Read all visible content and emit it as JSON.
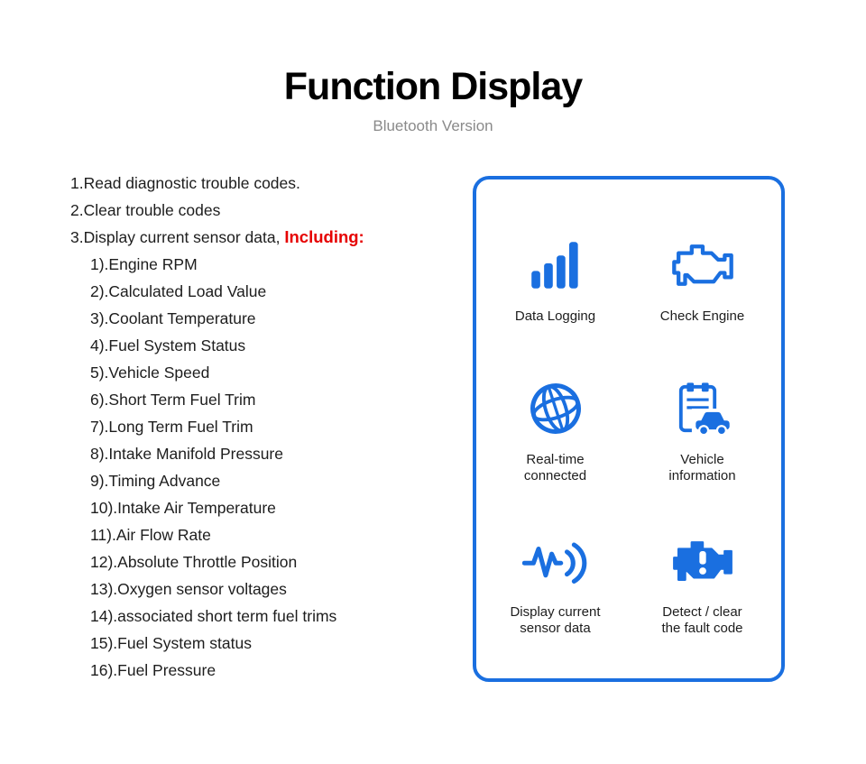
{
  "colors": {
    "accent": "#1a6fe0",
    "highlight": "#e60000"
  },
  "header": {
    "title": "Function Display",
    "subtitle": "Bluetooth Version"
  },
  "function_list": {
    "items": [
      {
        "text": "1.Read diagnostic trouble codes."
      },
      {
        "text": "2.Clear trouble codes"
      },
      {
        "text": "3.Display current sensor data, ",
        "highlight": "Including:"
      }
    ],
    "sub_items": [
      "1).Engine RPM",
      "2).Calculated Load Value",
      "3).Coolant Temperature",
      "4).Fuel System Status",
      "5).Vehicle Speed",
      "6).Short Term Fuel Trim",
      "7).Long Term Fuel Trim",
      "8).Intake Manifold Pressure",
      "9).Timing Advance",
      "10).Intake Air Temperature",
      "11).Air Flow Rate",
      "12).Absolute Throttle Position",
      "13).Oxygen sensor voltages",
      "14).associated short term fuel trims",
      "15).Fuel System status",
      "16).Fuel Pressure"
    ]
  },
  "panel": {
    "features": [
      {
        "icon": "bar-chart-icon",
        "label": "Data Logging"
      },
      {
        "icon": "check-engine-icon",
        "label": "Check Engine"
      },
      {
        "icon": "globe-network-icon",
        "label": "Real-time\nconnected"
      },
      {
        "icon": "vehicle-info-icon",
        "label": "Vehicle\ninformation"
      },
      {
        "icon": "sensor-signal-icon",
        "label": "Display current\nsensor data"
      },
      {
        "icon": "fault-code-icon",
        "label": "Detect / clear\nthe fault code"
      }
    ]
  }
}
